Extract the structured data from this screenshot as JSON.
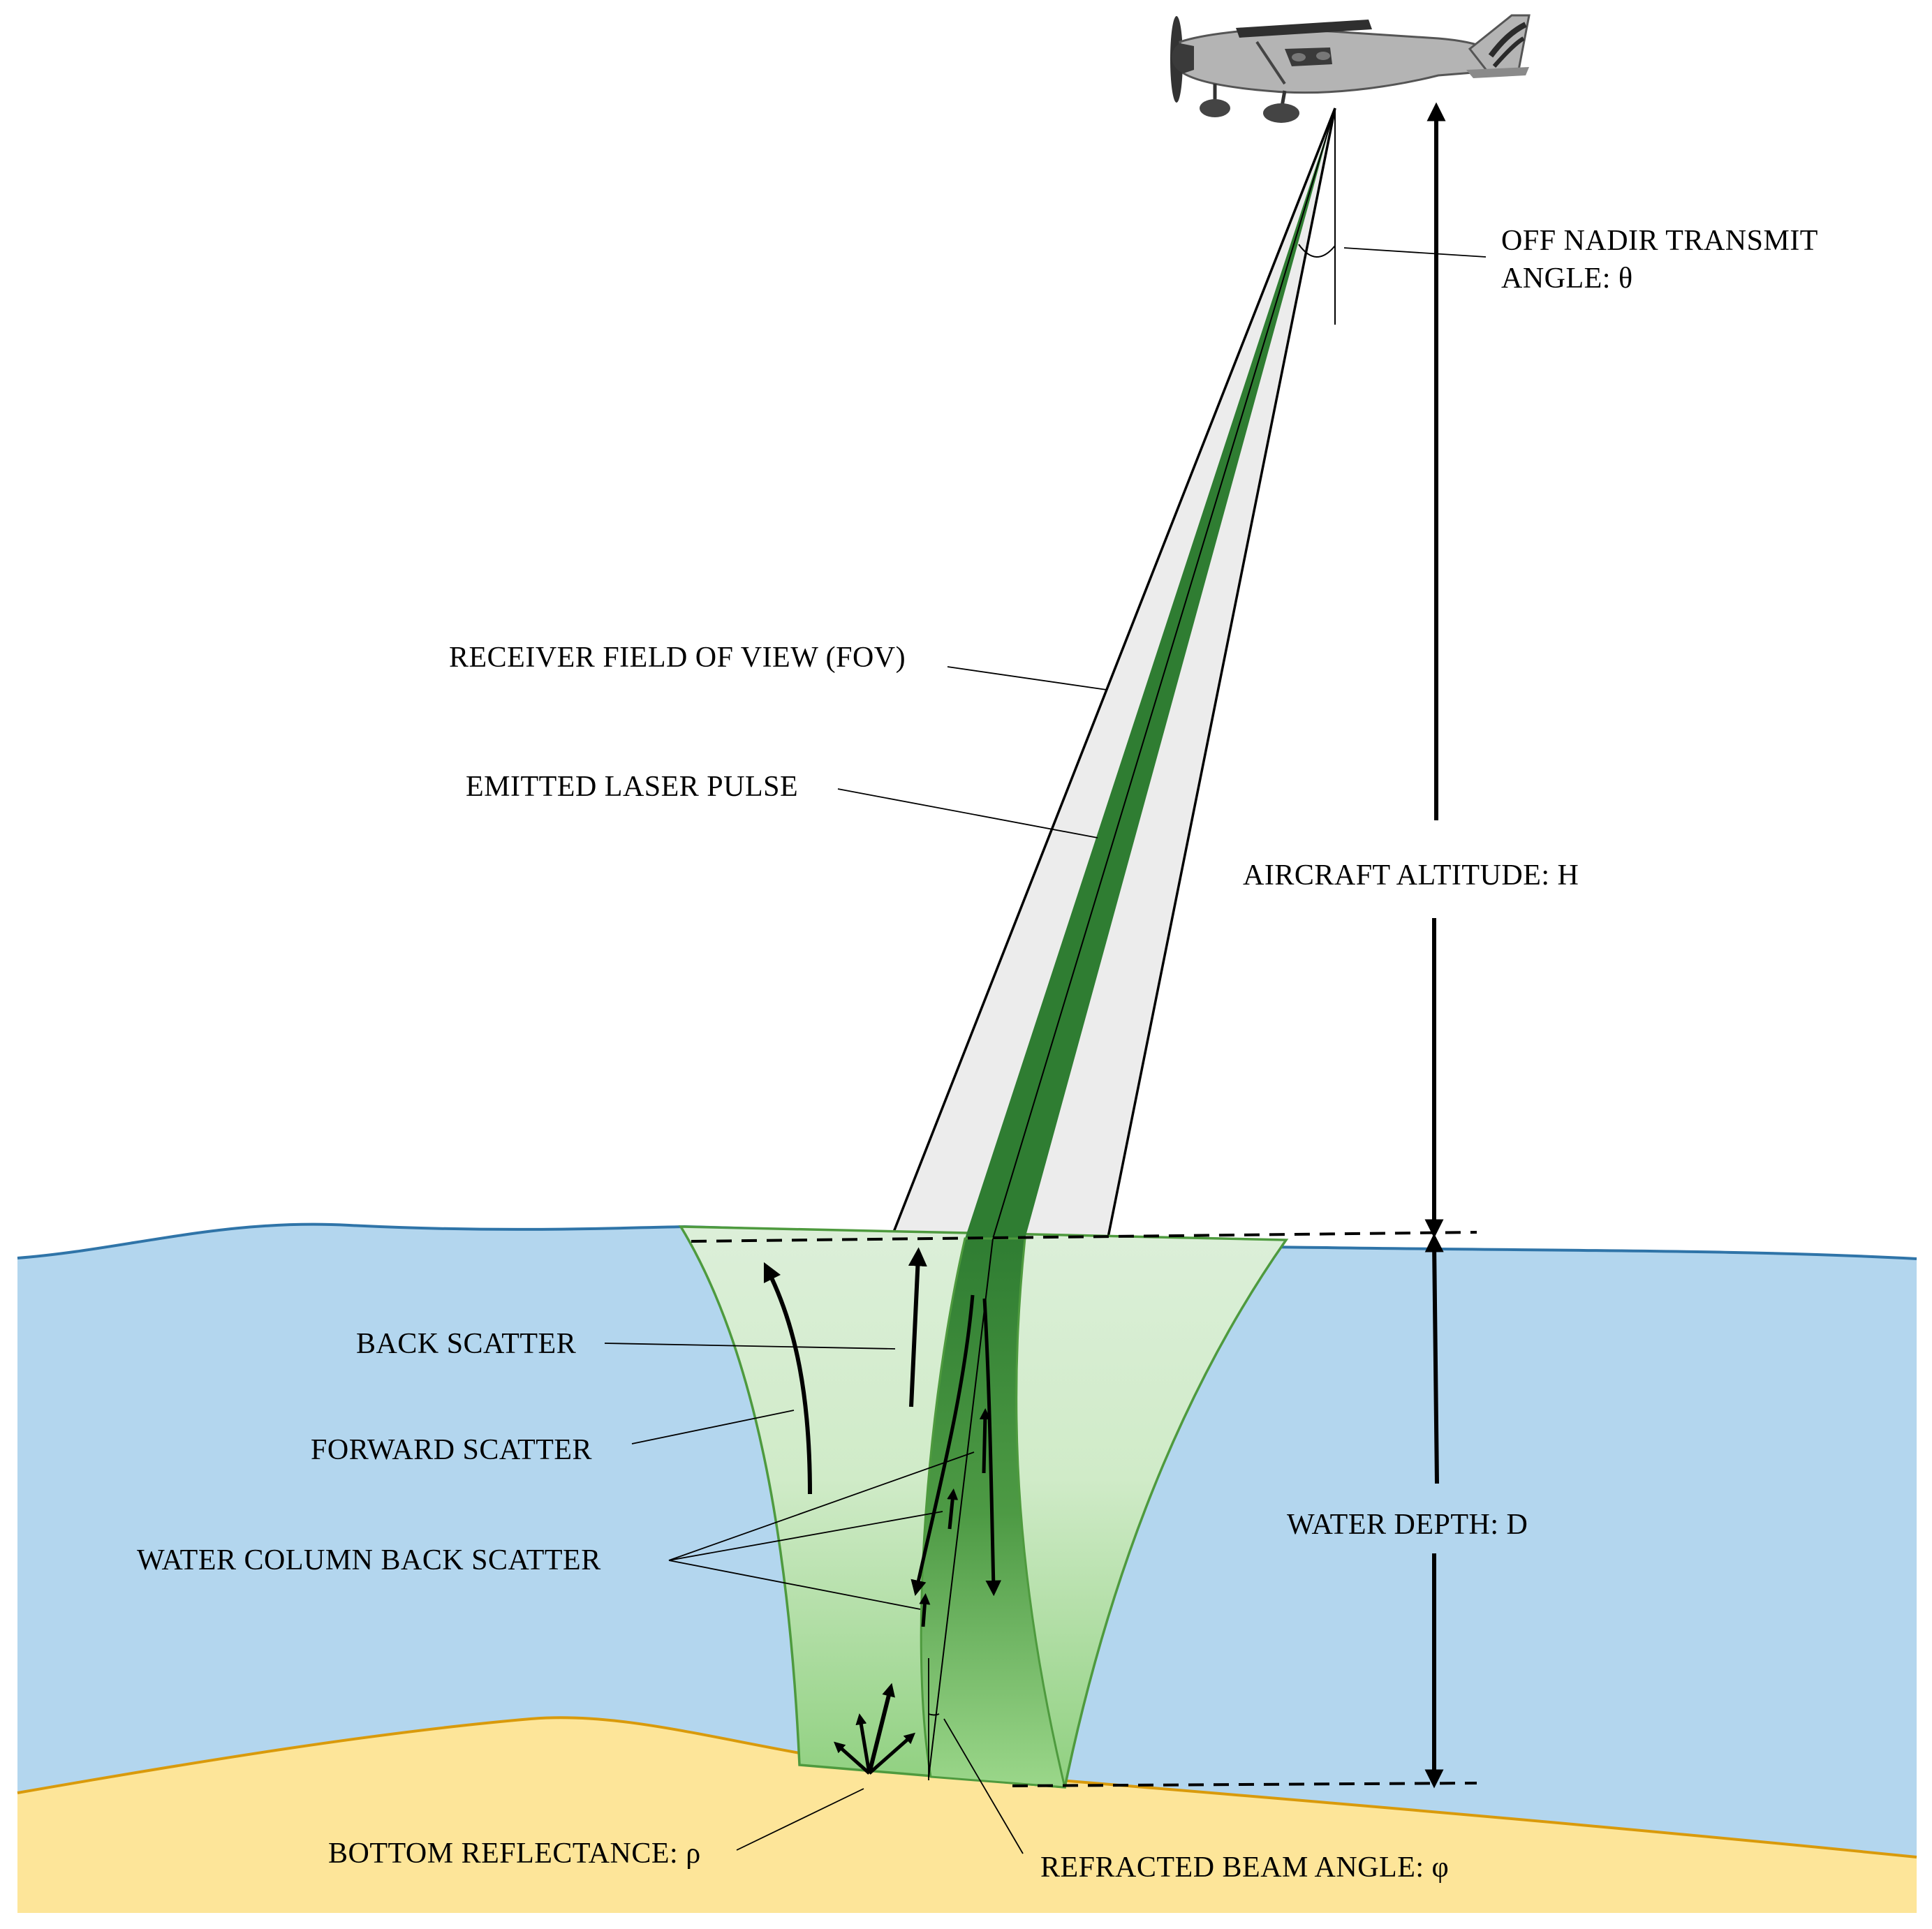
{
  "labels": {
    "off_nadir_line1": "OFF NADIR TRANSMIT",
    "off_nadir_line2": "ANGLE: θ",
    "receiver_fov": "RECEIVER FIELD OF VIEW (FOV)",
    "emitted_laser": "EMITTED LASER PULSE",
    "aircraft_altitude": "AIRCRAFT ALTITUDE: H",
    "back_scatter": "BACK SCATTER",
    "forward_scatter": "FORWARD SCATTER",
    "water_column_back_scatter": "WATER COLUMN BACK SCATTER",
    "water_depth": "WATER DEPTH: D",
    "bottom_reflectance": "BOTTOM REFLECTANCE: ρ",
    "refracted_beam_angle": "REFRACTED BEAM ANGLE: φ"
  },
  "colors": {
    "water": "#b3d6ee",
    "water_line": "#2f74a8",
    "sand": "#fde599",
    "sand_line": "#d99a0b",
    "fov_cone": "#ececec",
    "laser_beam": "#2f7d32",
    "scatter_light": "#dcefd9",
    "scatter_mid": "#98d58a",
    "scatter_edge": "#4e9a3e",
    "aircraft_body": "#b4b4b4",
    "aircraft_dark": "#3a3a3a"
  }
}
